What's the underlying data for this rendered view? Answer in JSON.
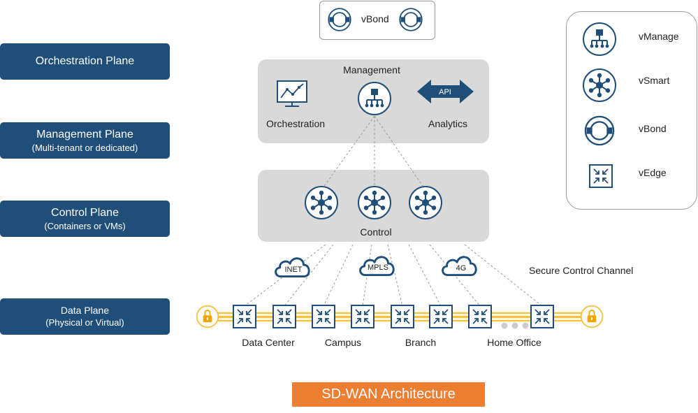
{
  "planes": {
    "orchestration": {
      "title": "Orchestration Plane",
      "subtitle": ""
    },
    "management": {
      "title": "Management Plane",
      "subtitle": "(Multi-tenant or dedicated)"
    },
    "control": {
      "title": "Control Plane",
      "subtitle": "(Containers or VMs)"
    },
    "data": {
      "title": "Data Plane",
      "subtitle": "(Physical or Virtual)"
    }
  },
  "top": {
    "vbond_label": "vBond"
  },
  "management_box": {
    "title": "Management",
    "orchestration_label": "Orchestration",
    "analytics_label": "Analytics",
    "api_label": "API"
  },
  "control_box": {
    "label": "Control"
  },
  "transports": {
    "inet": "INET",
    "mpls": "MPLS",
    "lte": "4G"
  },
  "secure_channel_label": "Secure Control Channel",
  "sites": {
    "data_center": "Data Center",
    "campus": "Campus",
    "branch": "Branch",
    "home_office": "Home Office"
  },
  "legend": {
    "vmanage": "vManage",
    "vsmart": "vSmart",
    "vbond": "vBond",
    "vedge": "vEdge"
  },
  "footer_title": "SD-WAN Architecture",
  "colors": {
    "navy": "#1f4e79",
    "orange": "#ed7d31",
    "gold": "#f5c242",
    "gray_box": "#d9d9d9"
  }
}
